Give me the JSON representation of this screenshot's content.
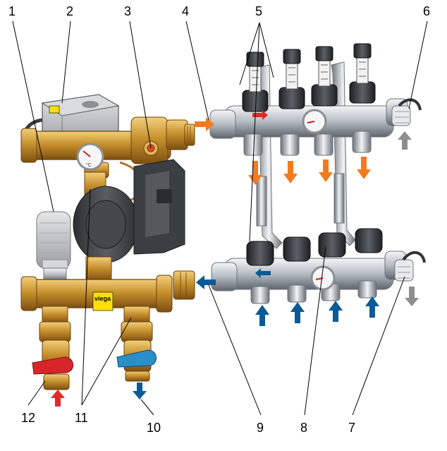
{
  "callouts": [
    {
      "id": "1",
      "label": "1"
    },
    {
      "id": "2",
      "label": "2"
    },
    {
      "id": "3",
      "label": "3"
    },
    {
      "id": "4",
      "label": "4"
    },
    {
      "id": "5",
      "label": "5"
    },
    {
      "id": "6",
      "label": "6"
    },
    {
      "id": "7",
      "label": "7"
    },
    {
      "id": "8",
      "label": "8"
    },
    {
      "id": "9",
      "label": "9"
    },
    {
      "id": "10",
      "label": "10"
    },
    {
      "id": "11",
      "label": "11"
    },
    {
      "id": "12",
      "label": "12"
    }
  ],
  "brand_label": "viega",
  "gauge_unit": "°C",
  "colors": {
    "brass": "#c8912f",
    "brass_dark": "#8a5a14",
    "chrome": "#c9cdd3",
    "chrome_dark": "#6d737b",
    "knob": "#2f3338",
    "pump": "#3a3d40",
    "actuator": "#b9bcc0",
    "hot_arrow": "#f47a20",
    "cold_arrow": "#0a5a96",
    "grey_arrow": "#8e8e8e",
    "red_handle": "#d7262a",
    "blue_handle": "#2a8ec8",
    "red_arrow": "#e02a2a",
    "brand_yellow": "#ffe000"
  },
  "icons": [
    "hot-flow-arrow-icon",
    "cold-flow-arrow-icon",
    "air-vent-arrow-icon",
    "thermometer-icon"
  ]
}
